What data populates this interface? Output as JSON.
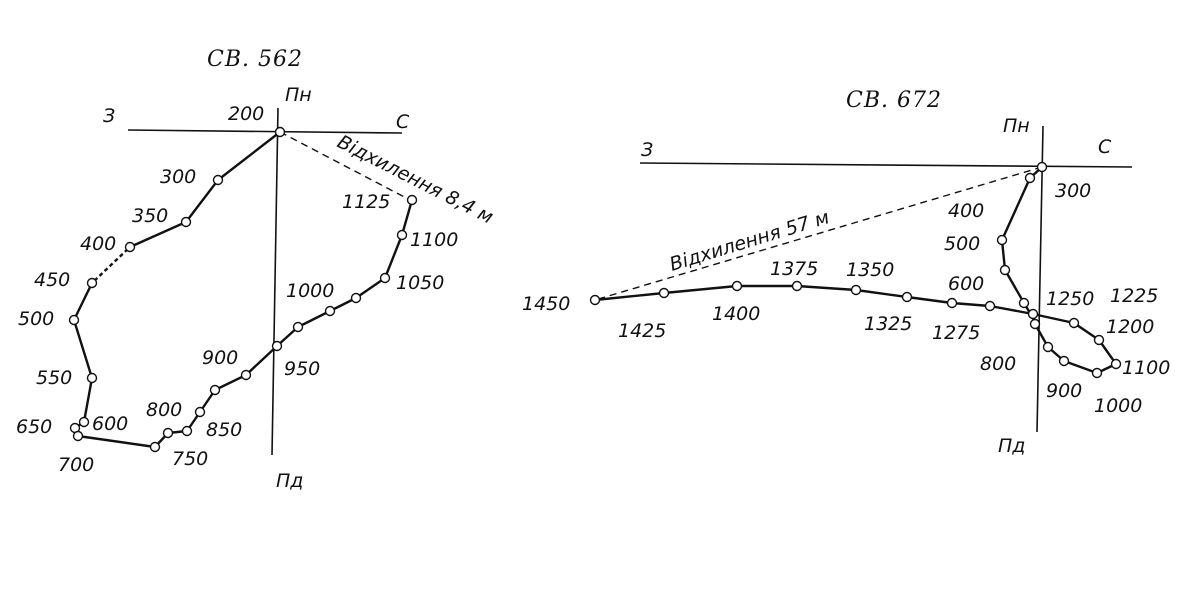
{
  "diagrams": [
    {
      "title": "СВ. 562",
      "directions": {
        "north": "Пн",
        "south": "Пд",
        "west": "З",
        "east": "С"
      },
      "deviation_label": "Відхилення  8,4 м",
      "depth_labels": [
        "200",
        "300",
        "350",
        "400",
        "450",
        "500",
        "550",
        "600",
        "650",
        "700",
        "750",
        "800",
        "850",
        "900",
        "950",
        "1000",
        "1050",
        "1100",
        "1125"
      ]
    },
    {
      "title": "СВ. 672",
      "directions": {
        "north": "Пн",
        "south": "Пд",
        "west": "З",
        "east": "С"
      },
      "deviation_label": "Відхилення  57 м",
      "depth_labels": [
        "300",
        "400",
        "500",
        "600",
        "800",
        "900",
        "1000",
        "1100",
        "1200",
        "1225",
        "1250",
        "1275",
        "1325",
        "1350",
        "1375",
        "1400",
        "1425",
        "1450"
      ]
    }
  ]
}
